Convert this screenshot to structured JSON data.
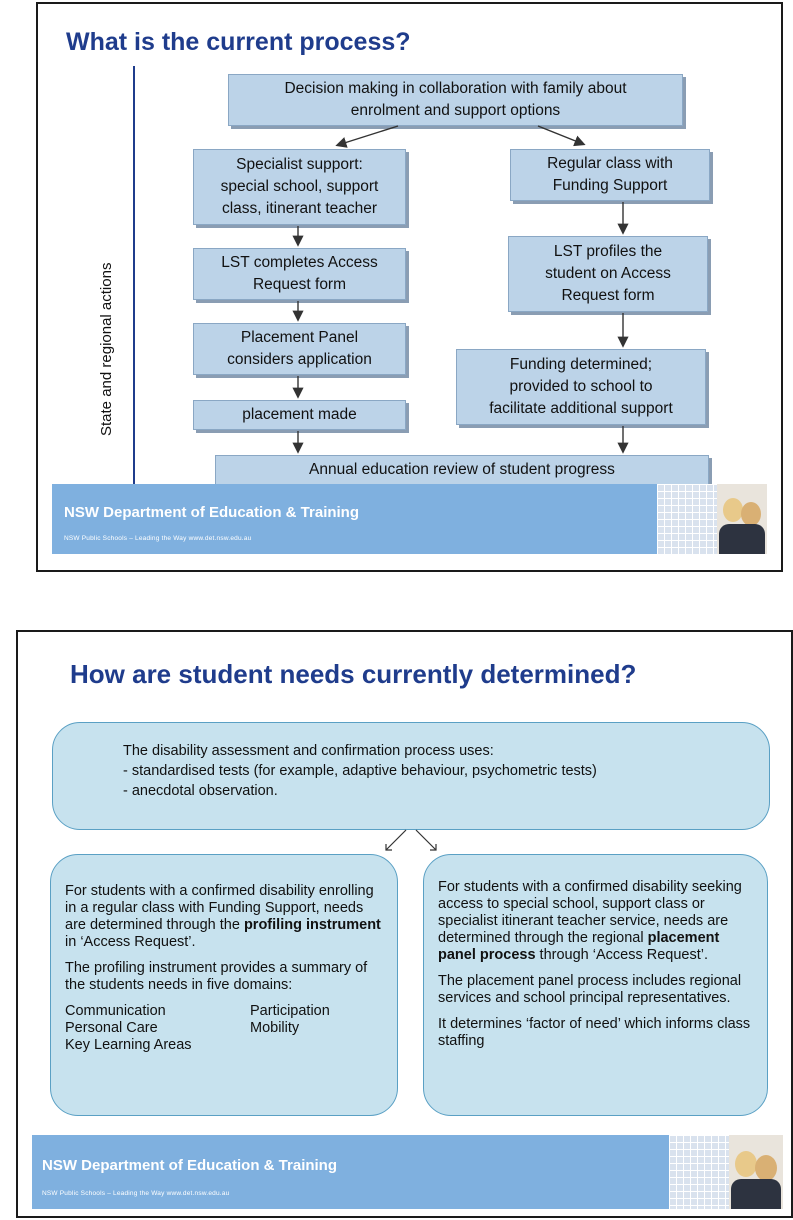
{
  "slide1": {
    "title": "What is the current process?",
    "side_label": "State and regional actions",
    "top_box": [
      "Decision making in collaboration with family about",
      "enrolment and support options"
    ],
    "left_boxes": [
      [
        "Specialist support:",
        "special school, support",
        "class, itinerant teacher"
      ],
      [
        "LST completes Access",
        "Request form"
      ],
      [
        "Placement Panel",
        "considers application"
      ],
      [
        "placement made"
      ]
    ],
    "right_boxes": [
      [
        "Regular class with",
        "Funding Support"
      ],
      [
        "LST profiles the",
        "student on Access",
        "Request form"
      ],
      [
        "Funding determined;",
        "provided to school to",
        "facilitate additional support"
      ]
    ],
    "bottom_box": "Annual education review of student progress",
    "footer": {
      "org": "NSW Department of Education & Training",
      "tagline": "NSW Public Schools – Leading the Way    www.det.nsw.edu.au"
    }
  },
  "slide2": {
    "title": "How are student needs currently determined?",
    "top_box": {
      "intro": "The disability assessment and confirmation process uses:",
      "items": [
        "- standardised tests (for example, adaptive behaviour, psychometric tests)",
        "- anecdotal observation."
      ]
    },
    "left_box": {
      "p1_before": "For students with a confirmed disability enrolling in a regular class with Funding Support, needs are determined through the ",
      "p1_bold": "profiling instrument",
      "p1_after": " in ‘Access Request’.",
      "p2": "The profiling instrument provides a summary of the students needs in five domains:",
      "domains": [
        "Communication",
        "Participation",
        "Personal Care",
        "Mobility",
        "Key Learning Areas"
      ]
    },
    "right_box": {
      "p1_before": "For students with a confirmed disability seeking access to special school, support class or specialist itinerant teacher service, needs are determined through the regional ",
      "p1_bold": "placement panel process",
      "p1_after": " through ‘Access Request’.",
      "p2": "The placement panel process includes regional services and school principal representatives.",
      "p3": "It determines ‘factor of need’ which informs class staffing"
    },
    "footer": {
      "org": "NSW Department of Education & Training",
      "tagline": "NSW Public Schools – Leading the Way    www.det.nsw.edu.au"
    }
  },
  "colors": {
    "title_blue": "#1f3c8c",
    "flow_box": "#bcd3e8",
    "rounded_box": "#c7e2ee",
    "footer_blue": "#7fb0df"
  }
}
